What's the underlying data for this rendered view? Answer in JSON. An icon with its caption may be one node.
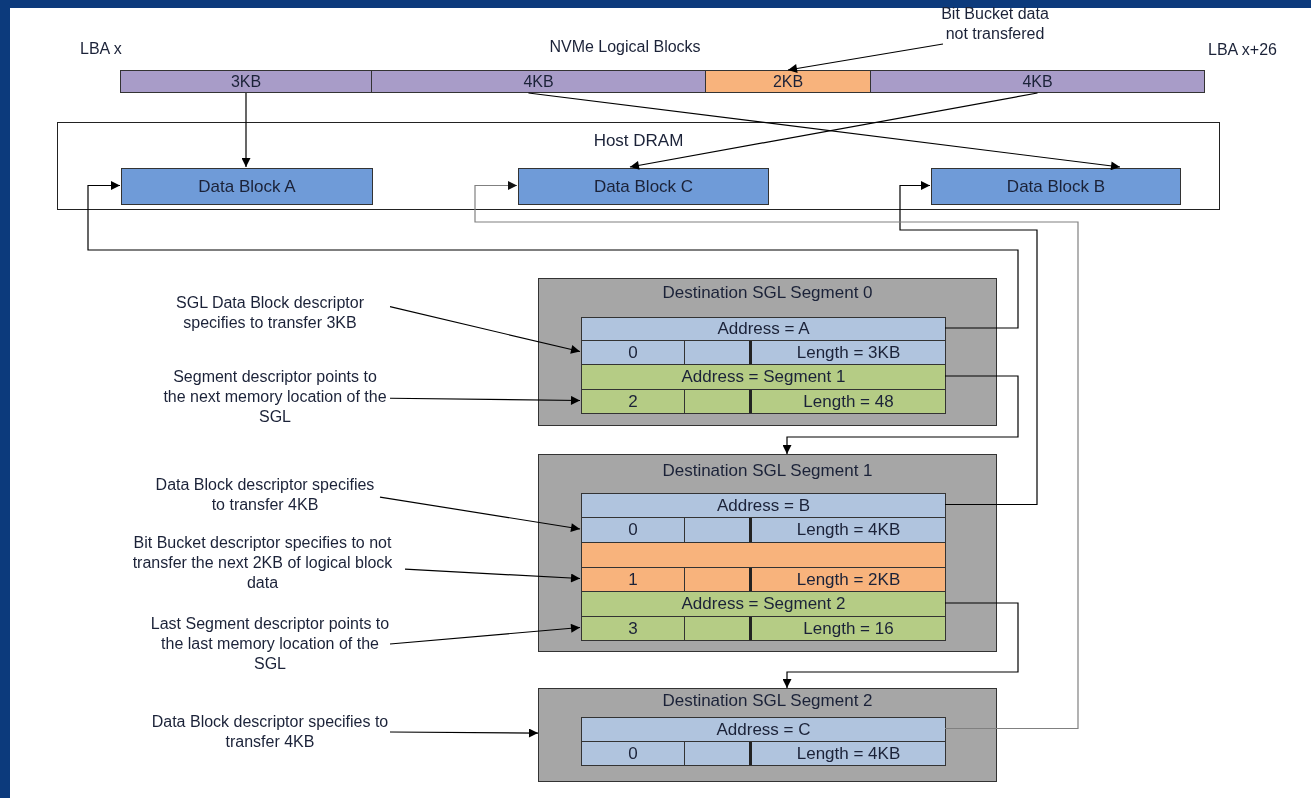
{
  "diagram": {
    "nodes": [
      {
        "text": [
          "3KB"
        ]
      },
      {
        "text": [
          "4KB"
        ]
      },
      {
        "text": [
          "2KB"
        ]
      },
      {
        "text": [
          "4KB"
        ]
      },
      {
        "text": [
          "Bit Bucket data not transfered"
        ]
      },
      {
        "text": [
          "Host DRAM"
        ]
      },
      {
        "text": [
          "Data Block A"
        ],
        "in": 5
      },
      {
        "text": [
          "Data Block C"
        ],
        "in": 5
      },
      {
        "text": [
          "Data Block B"
        ],
        "in": 5
      },
      {
        "text": [
          "Destination SGL Segment 0"
        ]
      },
      {
        "text": [
          "Address = A"
        ],
        "in": 9
      },
      {
        "text": [
          "0",
          "Length = 3KB"
        ],
        "in": 9
      },
      {
        "text": [
          "Address = Segment 1"
        ],
        "in": 9
      },
      {
        "text": [
          "2",
          "Length = 48"
        ],
        "in": 9
      },
      {
        "text": [
          "Destination SGL Segment 1"
        ]
      },
      {
        "text": [
          "Address = B"
        ],
        "in": 14
      },
      {
        "text": [
          "0",
          "Length = 4KB"
        ],
        "in": 14
      },
      {
        "text": [],
        "shape": "bar",
        "in": 14
      },
      {
        "text": [
          "1",
          "Length = 2KB"
        ],
        "in": 14
      },
      {
        "text": [
          "Address = Segment 2"
        ],
        "in": 14
      },
      {
        "text": [
          "3",
          "Length = 16"
        ],
        "in": 14
      },
      {
        "text": [
          "Destination SGL Segment 2"
        ]
      },
      {
        "text": [
          "Address = C"
        ],
        "in": 21
      },
      {
        "text": [
          "0",
          "Length = 4KB"
        ],
        "in": 21
      },
      {
        "text": [
          "SGL Data Block descriptor specifies to transfer 3KB"
        ]
      },
      {
        "text": [
          "Segment descriptor points to the next memory location of the SGL"
        ]
      },
      {
        "text": [
          "Data Block descriptor specifies to transfer 4KB"
        ]
      },
      {
        "text": [
          "Bit Bucket descriptor specifies to not transfer the next 2KB of logical block data"
        ]
      },
      {
        "text": [
          "Last Segment descriptor points to the last memory location of the SGL"
        ]
      },
      {
        "text": [
          "Data Block descriptor specifies to transfer 4KB"
        ]
      }
    ],
    "edges": [
      {
        "from": 0,
        "to": 6,
        "arrow": "to"
      },
      {
        "from": 1,
        "to": 8,
        "arrow": "to"
      },
      {
        "from": 3,
        "to": 7,
        "arrow": "to"
      },
      {
        "from": 4,
        "to": 2,
        "arrow": "to"
      },
      {
        "from": 10,
        "to": 6,
        "arrow": "to"
      },
      {
        "from": 12,
        "to": 14,
        "arrow": "to"
      },
      {
        "from": 15,
        "to": 8,
        "arrow": "to"
      },
      {
        "from": 19,
        "to": 21,
        "arrow": "to"
      },
      {
        "from": 22,
        "to": 7,
        "arrow": "to",
        "color": "#808080"
      },
      {
        "from": 24,
        "to": 11,
        "arrow": "to"
      },
      {
        "from": 25,
        "to": 13,
        "arrow": "to"
      },
      {
        "from": 26,
        "to": 16,
        "arrow": "to"
      },
      {
        "from": 27,
        "to": 18,
        "arrow": "to"
      },
      {
        "from": 28,
        "to": 20,
        "arrow": "to"
      },
      {
        "from": 29,
        "to": 21,
        "arrow": "to"
      }
    ],
    "labels": [
      "LBA x",
      "NVMe Logical Blocks",
      "LBA x+26"
    ]
  }
}
